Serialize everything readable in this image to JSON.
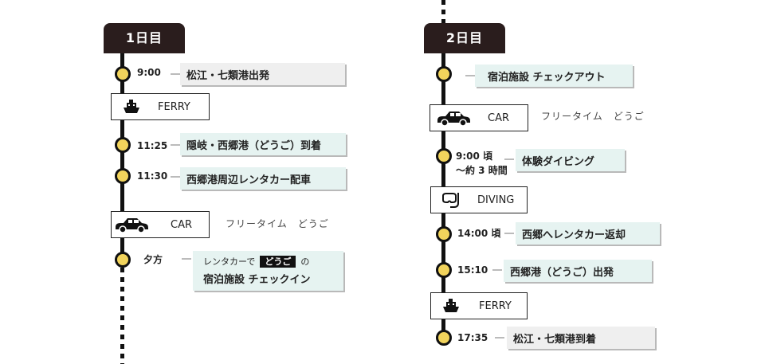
{
  "day1": {
    "title": "1日目",
    "stops": [
      {
        "time": "9:00",
        "label": "松江・七類港出発"
      },
      {
        "time": "11:25",
        "label": "隠岐・西郷港（どうご）到着"
      },
      {
        "time": "11:30",
        "label": "西郷港周辺レンタカー配車"
      },
      {
        "time": "夕方",
        "label_line1_pre": "レンタカーで",
        "label_line1_chip": "どうご",
        "label_line1_post": "の",
        "label_line2": "宿泊施設 チェックイン"
      }
    ],
    "transports": [
      {
        "label": "FERRY",
        "icon": "ferry-icon"
      },
      {
        "label": "CAR",
        "icon": "car-icon",
        "note": "フリータイム　どうご"
      }
    ]
  },
  "day2": {
    "title": "2日目",
    "stops": [
      {
        "time": "",
        "label": "宿泊施設 チェックアウト"
      },
      {
        "time_line1": "9:00 頃",
        "time_line2": "〜約 3 時間",
        "label": "体験ダイビング"
      },
      {
        "time": "14:00 頃",
        "label": "西郷へレンタカー返却"
      },
      {
        "time": "15:10",
        "label": "西郷港（どうご）出発"
      },
      {
        "time": "17:35",
        "label": "松江・七類港到着"
      }
    ],
    "transports": [
      {
        "label": "CAR",
        "icon": "car-icon",
        "note": "フリータイム　どうご"
      },
      {
        "label": "DIVING",
        "icon": "diving-mask-icon"
      },
      {
        "label": "FERRY",
        "icon": "ferry-icon"
      }
    ]
  },
  "colors": {
    "header": "#2a1d1d",
    "dot": "#f2d45c",
    "card_teal": "#e6f3f1",
    "card_gray": "#efefef"
  }
}
